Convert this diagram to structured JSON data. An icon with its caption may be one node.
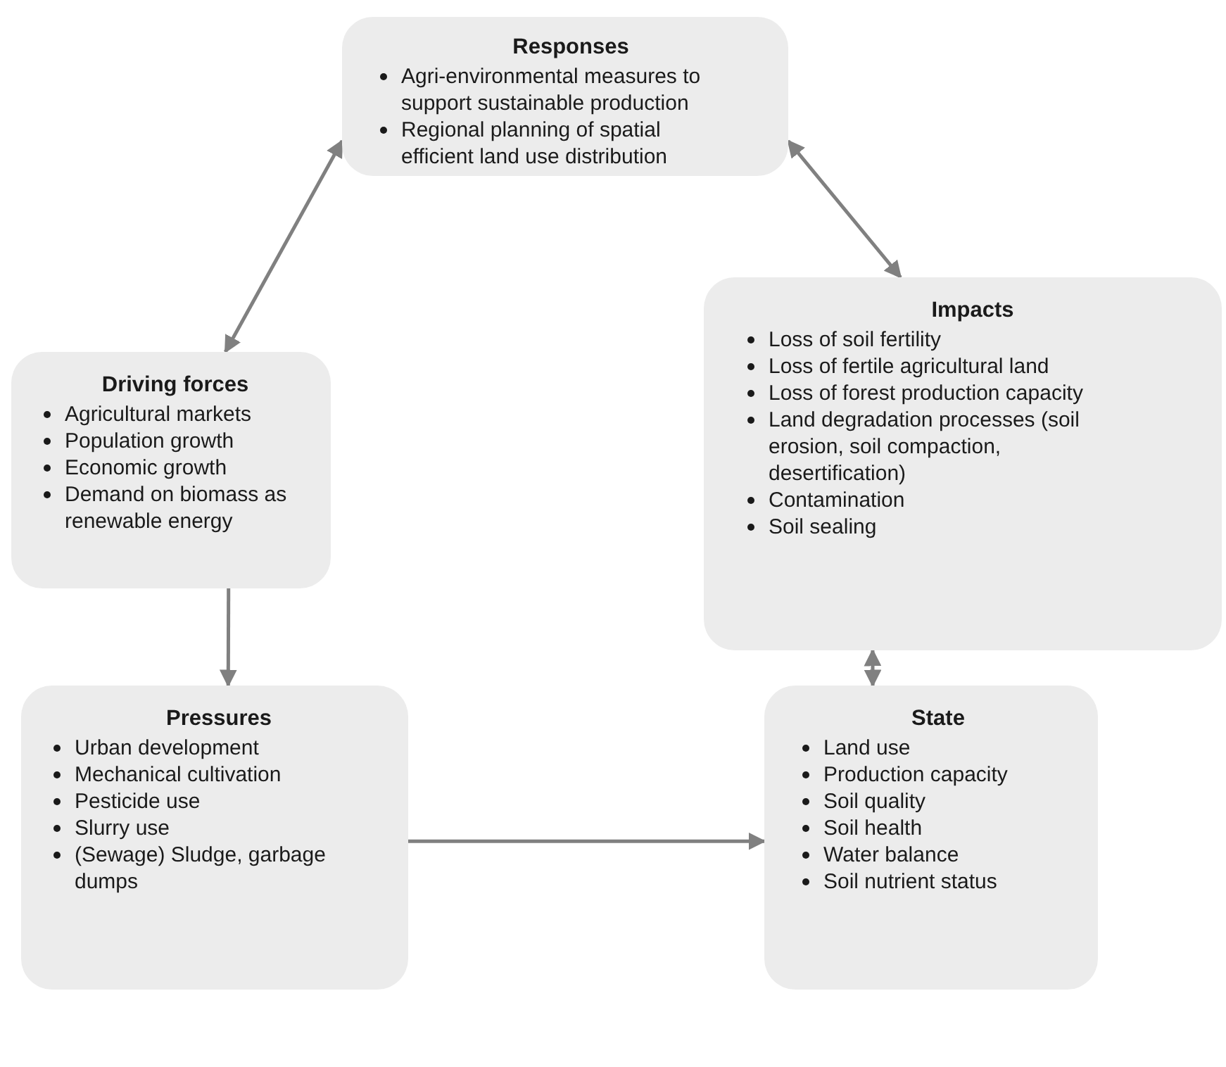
{
  "diagram": {
    "nodes": [
      {
        "text": [
          "Responses",
          "Agri-environmental measures to support sustainable production",
          "Regional planning of spatial efficient land use distribution"
        ]
      },
      {
        "text": [
          "Driving forces",
          "Agricultural markets",
          "Population growth",
          "Economic growth",
          "Demand on biomass as renewable energy"
        ]
      },
      {
        "text": [
          "Impacts",
          "Loss of soil fertility",
          "Loss of fertile agricultural land",
          "Loss of forest production capacity",
          "Land degradation processes (soil erosion, soil compaction, desertification)",
          "Contamination",
          "Soil sealing"
        ]
      },
      {
        "text": [
          "Pressures",
          "Urban development",
          "Mechanical cultivation",
          "Pesticide use",
          "Slurry use",
          "(Sewage) Sludge, garbage dumps"
        ]
      },
      {
        "text": [
          "State",
          "Land use",
          "Production capacity",
          "Soil quality",
          "Soil health",
          "Water balance",
          "Soil nutrient status"
        ]
      }
    ],
    "edges": [
      {
        "from": 0,
        "to": 1,
        "arrow": "both"
      },
      {
        "from": 0,
        "to": 2,
        "arrow": "both"
      },
      {
        "from": 2,
        "to": 4,
        "arrow": "both"
      },
      {
        "from": 1,
        "to": 3,
        "arrow": "to"
      },
      {
        "from": 3,
        "to": 4,
        "arrow": "to"
      }
    ]
  }
}
